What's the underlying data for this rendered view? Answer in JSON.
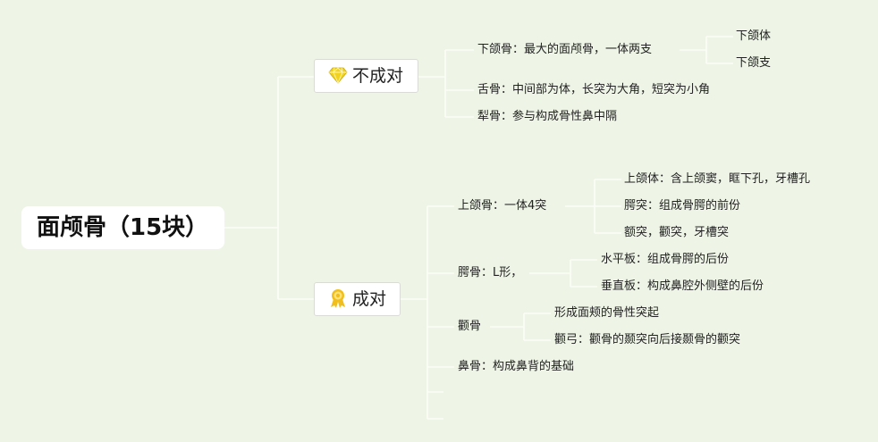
{
  "root": {
    "label": "面颅骨（15块）"
  },
  "unpaired": {
    "label": "不成对",
    "icon": "diamond-icon",
    "items": [
      {
        "text": "下颌骨：最大的面颅骨，一体两支",
        "children": [
          "下颌体",
          "下颌支"
        ]
      },
      {
        "text": "舌骨：中间部为体，长突为大角，短突为小角"
      },
      {
        "text": "犁骨：参与构成骨性鼻中隔"
      }
    ]
  },
  "paired": {
    "label": "成对",
    "icon": "award-ribbon-icon",
    "items": [
      {
        "text": "上颌骨：一体4突",
        "children": [
          "上颌体：含上颌窦，眶下孔，牙槽孔",
          "腭突：组成骨腭的前份",
          "额突，颧突，牙槽突"
        ]
      },
      {
        "text": "腭骨：L形，",
        "children": [
          "水平板：组成骨腭的后份",
          "垂直板：构成鼻腔外侧壁的后份"
        ]
      },
      {
        "text": "颧骨",
        "children": [
          "形成面颊的骨性突起",
          "颧弓：颧骨的颞突向后接颞骨的颧突"
        ]
      },
      {
        "text": "鼻骨：构成鼻背的基础"
      }
    ]
  },
  "colors": {
    "background": "#eef5e7",
    "line": "#fbfdf6",
    "diamond": "#f2d220",
    "ribbon": "#f0bf1e"
  }
}
